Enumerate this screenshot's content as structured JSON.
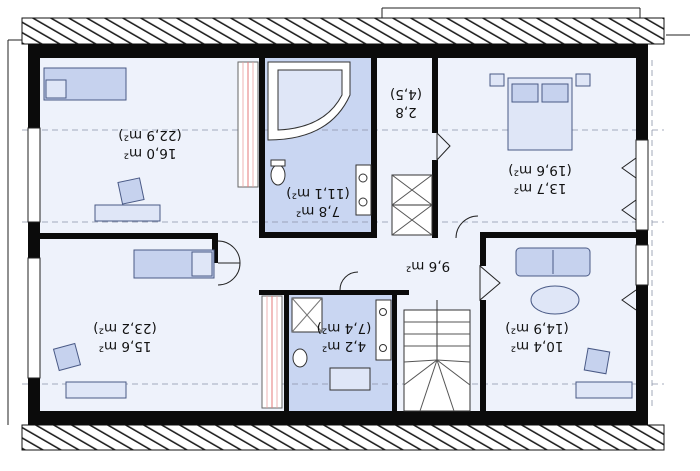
{
  "rooms": [
    {
      "id": "room-left-upper",
      "area": "16,0 m²",
      "area_alt": "(22,9 m²)"
    },
    {
      "id": "room-bath-large",
      "area": "7,8 m²",
      "area_alt": "(11,1 m²)"
    },
    {
      "id": "room-closet",
      "area": "2,8",
      "area_alt": "(4,5)"
    },
    {
      "id": "room-right-upper",
      "area": "13,7 m²",
      "area_alt": "(19,6 m²)"
    },
    {
      "id": "room-hall",
      "area": "9,6 m²",
      "area_alt": ""
    },
    {
      "id": "room-left-lower",
      "area": "15,6 m²",
      "area_alt": "(23,2 m²)"
    },
    {
      "id": "room-bath-small",
      "area": "4,2 m²",
      "area_alt": "(7,4 m²)"
    },
    {
      "id": "room-right-lower",
      "area": "10,4 m²",
      "area_alt": "(14,9 m²)"
    }
  ],
  "colors": {
    "floor": "#eef2fb",
    "bath": "#c9d6f2",
    "wall": "#0b0b0b",
    "roof_hatch": "#222222"
  }
}
